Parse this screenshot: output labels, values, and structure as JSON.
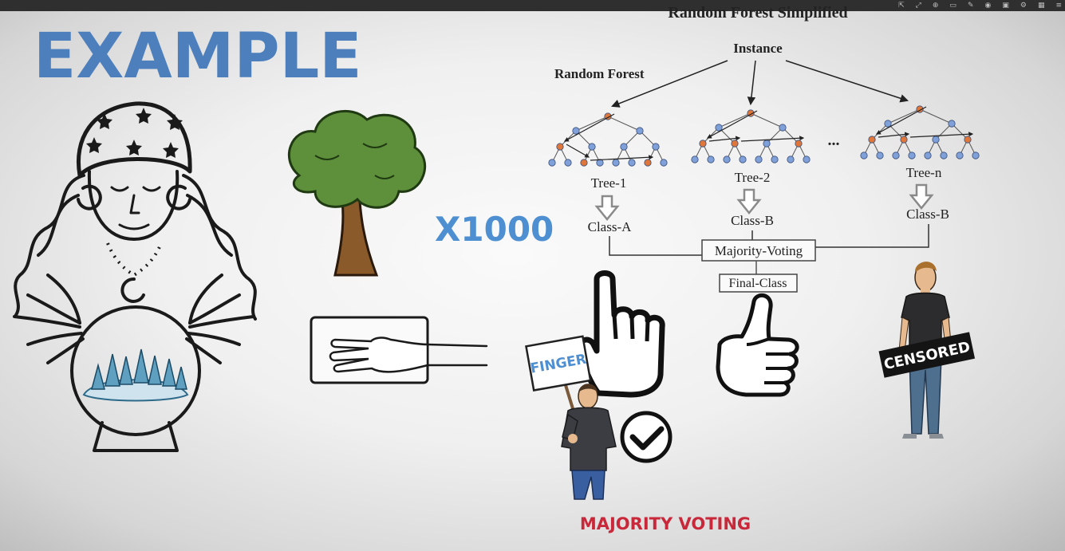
{
  "slide": {
    "title": "EXAMPLE",
    "multiplier": "X1000",
    "caption": "MAJORITY VOTING"
  },
  "diagram": {
    "title": "Random Forest Simplified",
    "instance_label": "Instance",
    "forest_label": "Random Forest",
    "ellipsis": "...",
    "trees": [
      {
        "name": "Tree-1",
        "class": "Class-A"
      },
      {
        "name": "Tree-2",
        "class": "Class-B"
      },
      {
        "name": "Tree-n",
        "class": "Class-B"
      }
    ],
    "voting_label": "Majority-Voting",
    "final_label": "Final-Class"
  },
  "illustrations": {
    "sign_text": "FINGER",
    "censor_text": "CENSORED"
  },
  "toolbar": {
    "icons": [
      "crop-icon",
      "size-icon",
      "pin-icon",
      "frame-icon",
      "edit-icon",
      "gif-icon",
      "window-icon",
      "settings-icon",
      "grid-icon",
      "menu-icon"
    ],
    "glyphs": [
      "⇱",
      "⤢",
      "⊕",
      "▭",
      "✎",
      "◉",
      "▣",
      "⚙",
      "▦",
      "≡"
    ]
  },
  "colors": {
    "title_blue": "#4d7fbd",
    "node_blue": "#7fa0d8",
    "node_orange": "#e0773a",
    "caption_red": "#c8283a"
  }
}
